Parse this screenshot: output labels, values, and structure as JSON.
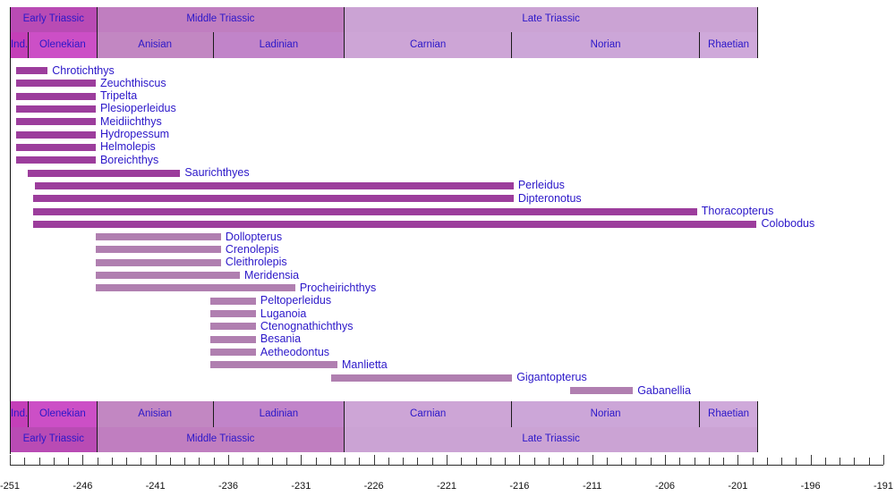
{
  "chart_data": {
    "type": "bar",
    "chart_kind": "stratigraphic-range-chart",
    "title": "",
    "xlabel": "",
    "ylabel": "",
    "xlim": [
      -251,
      -191
    ],
    "x_unit": "Ma",
    "grid": false,
    "legend_position": "none",
    "axis": {
      "major_ticks": [
        -251,
        -246,
        -241,
        -236,
        -231,
        -226,
        -221,
        -216,
        -211,
        -206,
        -201,
        -196,
        -191
      ],
      "major_tick_labels": [
        "-251",
        "-246",
        "-241",
        "-236",
        "-231",
        "-226",
        "-221",
        "-216",
        "-211",
        "-206",
        "-201",
        "-196",
        "-191"
      ],
      "minor_tick_step": 1
    },
    "timescale": {
      "epochs": [
        {
          "label": "Early Triassic",
          "start": -251.0,
          "end": -245.0,
          "color": "#b94bb4"
        },
        {
          "label": "Middle Triassic",
          "start": -245.0,
          "end": -228.0,
          "color": "#c07ec0"
        },
        {
          "label": "Late Triassic",
          "start": -228.0,
          "end": -199.6,
          "color": "#cba3d4"
        }
      ],
      "stages": [
        {
          "label": "Ind.",
          "full_label": "Induan",
          "start": -251.0,
          "end": -249.7,
          "color": "#c43fb8"
        },
        {
          "label": "Olenekian",
          "start": -249.7,
          "end": -245.0,
          "color": "#cc4fc6"
        },
        {
          "label": "Anisian",
          "start": -245.0,
          "end": -237.0,
          "color": "#c287c2"
        },
        {
          "label": "Ladinian",
          "start": -237.0,
          "end": -228.0,
          "color": "#c184c9"
        },
        {
          "label": "Carnian",
          "start": -228.0,
          "end": -216.5,
          "color": "#cda5d6"
        },
        {
          "label": "Norian",
          "start": -216.5,
          "end": -203.6,
          "color": "#cca6d8"
        },
        {
          "label": "Rhaetian",
          "start": -203.6,
          "end": -199.6,
          "color": "#cfa9da"
        }
      ]
    },
    "taxa": [
      {
        "name": "Chrotichthys",
        "start": -250.6,
        "end": -248.4,
        "color": "#9c3d9c",
        "label_side": "right"
      },
      {
        "name": "Zeuchthiscus",
        "start": -250.6,
        "end": -245.1,
        "color": "#9c3d9c",
        "label_side": "right"
      },
      {
        "name": "Tripelta",
        "start": -250.6,
        "end": -245.1,
        "color": "#9c3d9c",
        "label_side": "right"
      },
      {
        "name": "Plesioperleidus",
        "start": -250.6,
        "end": -245.1,
        "color": "#9c3d9c",
        "label_side": "right"
      },
      {
        "name": "Meidiichthys",
        "start": -250.6,
        "end": -245.1,
        "color": "#9c3d9c",
        "label_side": "right"
      },
      {
        "name": "Hydropessum",
        "start": -250.6,
        "end": -245.1,
        "color": "#9c3d9c",
        "label_side": "right"
      },
      {
        "name": "Helmolepis",
        "start": -250.6,
        "end": -245.1,
        "color": "#9c3d9c",
        "label_side": "right"
      },
      {
        "name": "Boreichthys",
        "start": -250.6,
        "end": -245.1,
        "color": "#9c3d9c",
        "label_side": "right"
      },
      {
        "name": "Saurichthyes",
        "start": -249.8,
        "end": -239.3,
        "color": "#9c3d9c",
        "label_side": "right"
      },
      {
        "name": "Perleidus",
        "start": -249.3,
        "end": -216.4,
        "color": "#9c3d9c",
        "label_side": "right"
      },
      {
        "name": "Dipteronotus",
        "start": -249.4,
        "end": -216.4,
        "color": "#9c3d9c",
        "label_side": "right"
      },
      {
        "name": "Thoracopterus",
        "start": -249.4,
        "end": -203.8,
        "color": "#9c3d9c",
        "label_side": "right"
      },
      {
        "name": "Colobodus",
        "start": -249.4,
        "end": -199.7,
        "color": "#9c3d9c",
        "label_side": "right"
      },
      {
        "name": "Dollopterus",
        "start": -245.1,
        "end": -236.5,
        "color": "#b07fb0",
        "label_side": "right"
      },
      {
        "name": "Crenolepis",
        "start": -245.1,
        "end": -236.5,
        "color": "#b07fb0",
        "label_side": "right"
      },
      {
        "name": "Cleithrolepis",
        "start": -245.1,
        "end": -236.5,
        "color": "#b07fb0",
        "label_side": "right"
      },
      {
        "name": "Meridensia",
        "start": -245.1,
        "end": -235.2,
        "color": "#b07fb0",
        "label_side": "right"
      },
      {
        "name": "Procheirichthys",
        "start": -245.1,
        "end": -231.4,
        "color": "#b07fb0",
        "label_side": "right"
      },
      {
        "name": "Peltoperleidus",
        "start": -237.2,
        "end": -234.1,
        "color": "#b07fb0",
        "label_side": "right"
      },
      {
        "name": "Luganoia",
        "start": -237.2,
        "end": -234.1,
        "color": "#b07fb0",
        "label_side": "right"
      },
      {
        "name": "Ctenognathichthys",
        "start": -237.2,
        "end": -234.1,
        "color": "#b07fb0",
        "label_side": "right"
      },
      {
        "name": "Besania",
        "start": -237.2,
        "end": -234.1,
        "color": "#b07fb0",
        "label_side": "right"
      },
      {
        "name": "Aetheodontus",
        "start": -237.2,
        "end": -234.1,
        "color": "#b07fb0",
        "label_side": "right"
      },
      {
        "name": "Manlietta",
        "start": -237.2,
        "end": -228.5,
        "color": "#b07fb0",
        "label_side": "right"
      },
      {
        "name": "Gigantopterus",
        "start": -228.9,
        "end": -216.5,
        "color": "#b07fb0",
        "label_side": "right"
      },
      {
        "name": "Gabanellia",
        "start": -212.5,
        "end": -208.2,
        "color": "#b07fb0",
        "label_side": "right"
      }
    ]
  },
  "colors": {
    "bar_dark": "#9c3d9c",
    "bar_light": "#b07fb0",
    "label_text": "#2b17c9",
    "axis_text": "#111111",
    "border": "#1a1a1a"
  }
}
